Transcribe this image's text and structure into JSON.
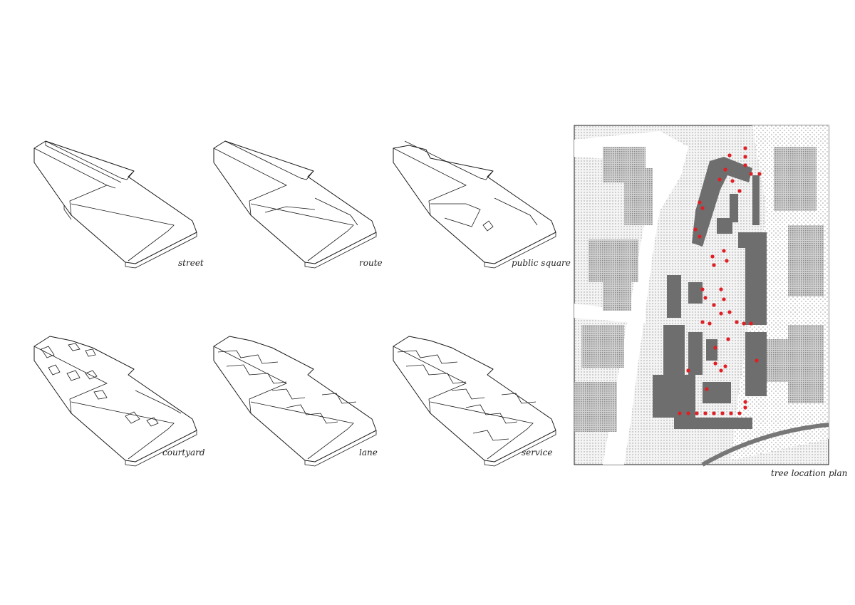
{
  "diagrams": [
    {
      "id": "street",
      "label": "street"
    },
    {
      "id": "route",
      "label": "route"
    },
    {
      "id": "public-square",
      "label": "public square"
    },
    {
      "id": "courtyard",
      "label": "courtyard"
    },
    {
      "id": "lane",
      "label": "lane"
    },
    {
      "id": "service",
      "label": "service"
    }
  ],
  "plan": {
    "label": "tree location plan",
    "tree_color": "#e01e24",
    "building_color": "#6e6e6e",
    "tree_count": 48
  }
}
